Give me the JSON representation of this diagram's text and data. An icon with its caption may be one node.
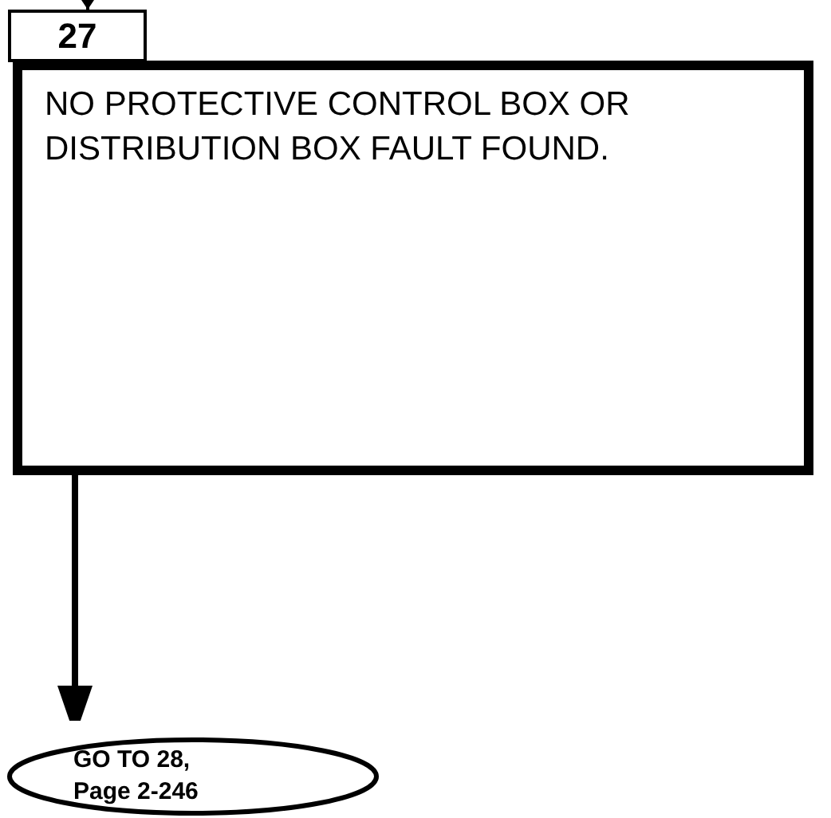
{
  "diagram": {
    "nodes": [
      {
        "text": [
          "27"
        ]
      },
      {
        "text": [
          "NO PROTECTIVE CONTROL BOX OR DISTRIBUTION BOX FAULT FOUND."
        ]
      },
      {
        "text": [
          "GO TO 28, Page 2-246"
        ]
      }
    ],
    "edges": [
      {
        "from": null,
        "to": 0,
        "arrow": "to"
      },
      {
        "from": 1,
        "to": 2,
        "arrow": "to",
        "style": "thick"
      }
    ]
  }
}
